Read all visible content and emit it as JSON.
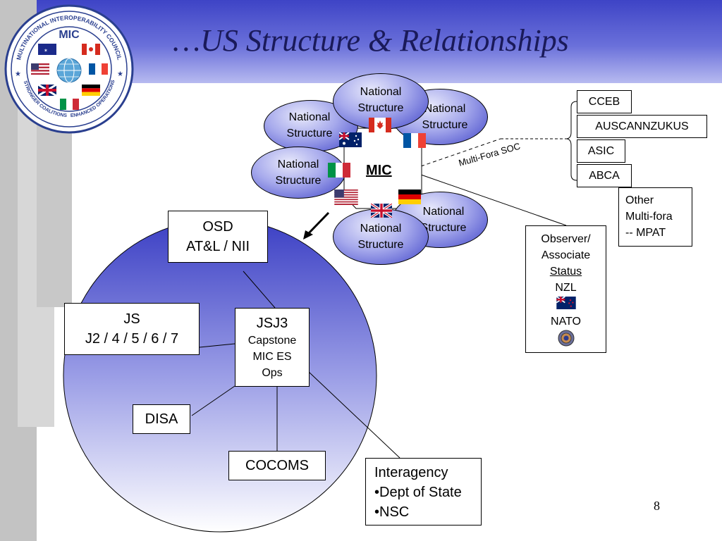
{
  "slide": {
    "title": "…US Structure & Relationships",
    "page_number": "8"
  },
  "logo": {
    "center_text": "MIC",
    "ring_text_top": "MULTINATIONAL INTEROPERABILITY COUNCIL",
    "ring_text_left": "STRONGER COALITIONS",
    "ring_text_right": "ENHANCED OPERATIONS"
  },
  "national_structures": [
    {
      "label_line1": "National",
      "label_line2": "Structure"
    },
    {
      "label_line1": "National",
      "label_line2": "Structure"
    },
    {
      "label_line1": "National",
      "label_line2": "Structure"
    },
    {
      "label_line1": "National",
      "label_line2": "Structure"
    },
    {
      "label_line1": "National",
      "label_line2": "Structure"
    },
    {
      "label_line1": "National",
      "label_line2": "Structure"
    }
  ],
  "mic_center": {
    "label": "MIC"
  },
  "multi_fora": {
    "soc_label": "Multi-Fora SOC",
    "items": [
      "CCEB",
      "AUSCANNZUKUS",
      "ASIC",
      "ABCA"
    ],
    "other": {
      "line1": "Other",
      "line2": "Multi-fora",
      "line3": "-- MPAT"
    }
  },
  "observer": {
    "line1": "Observer/",
    "line2": "Associate",
    "line3": "Status",
    "line4": "NZL",
    "line5": "NATO"
  },
  "us_structure": {
    "osd": {
      "line1": "OSD",
      "line2": "AT&L / NII"
    },
    "js": {
      "line1": "JS",
      "line2": "J2 / 4 / 5 / 6 / 7"
    },
    "jsj3": {
      "line1": "JSJ3",
      "line2": "Capstone",
      "line3": "MIC ES",
      "line4": "Ops"
    },
    "disa": {
      "label": "DISA"
    },
    "cocoms": {
      "label": "COCOMS"
    },
    "interagency": {
      "line1": "Interagency",
      "line2": "•Dept of State",
      "line3": "•NSC"
    }
  },
  "flags": [
    "australia-flag",
    "canada-flag",
    "usa-flag",
    "france-flag",
    "uk-flag",
    "germany-flag",
    "italy-flag",
    "new-zealand-flag"
  ],
  "colors": {
    "header_band": "#4c52cc",
    "side_band": "#c4c4c4",
    "title_text": "#1a1a5a",
    "ellipse_fill": "#5a5fd0"
  }
}
